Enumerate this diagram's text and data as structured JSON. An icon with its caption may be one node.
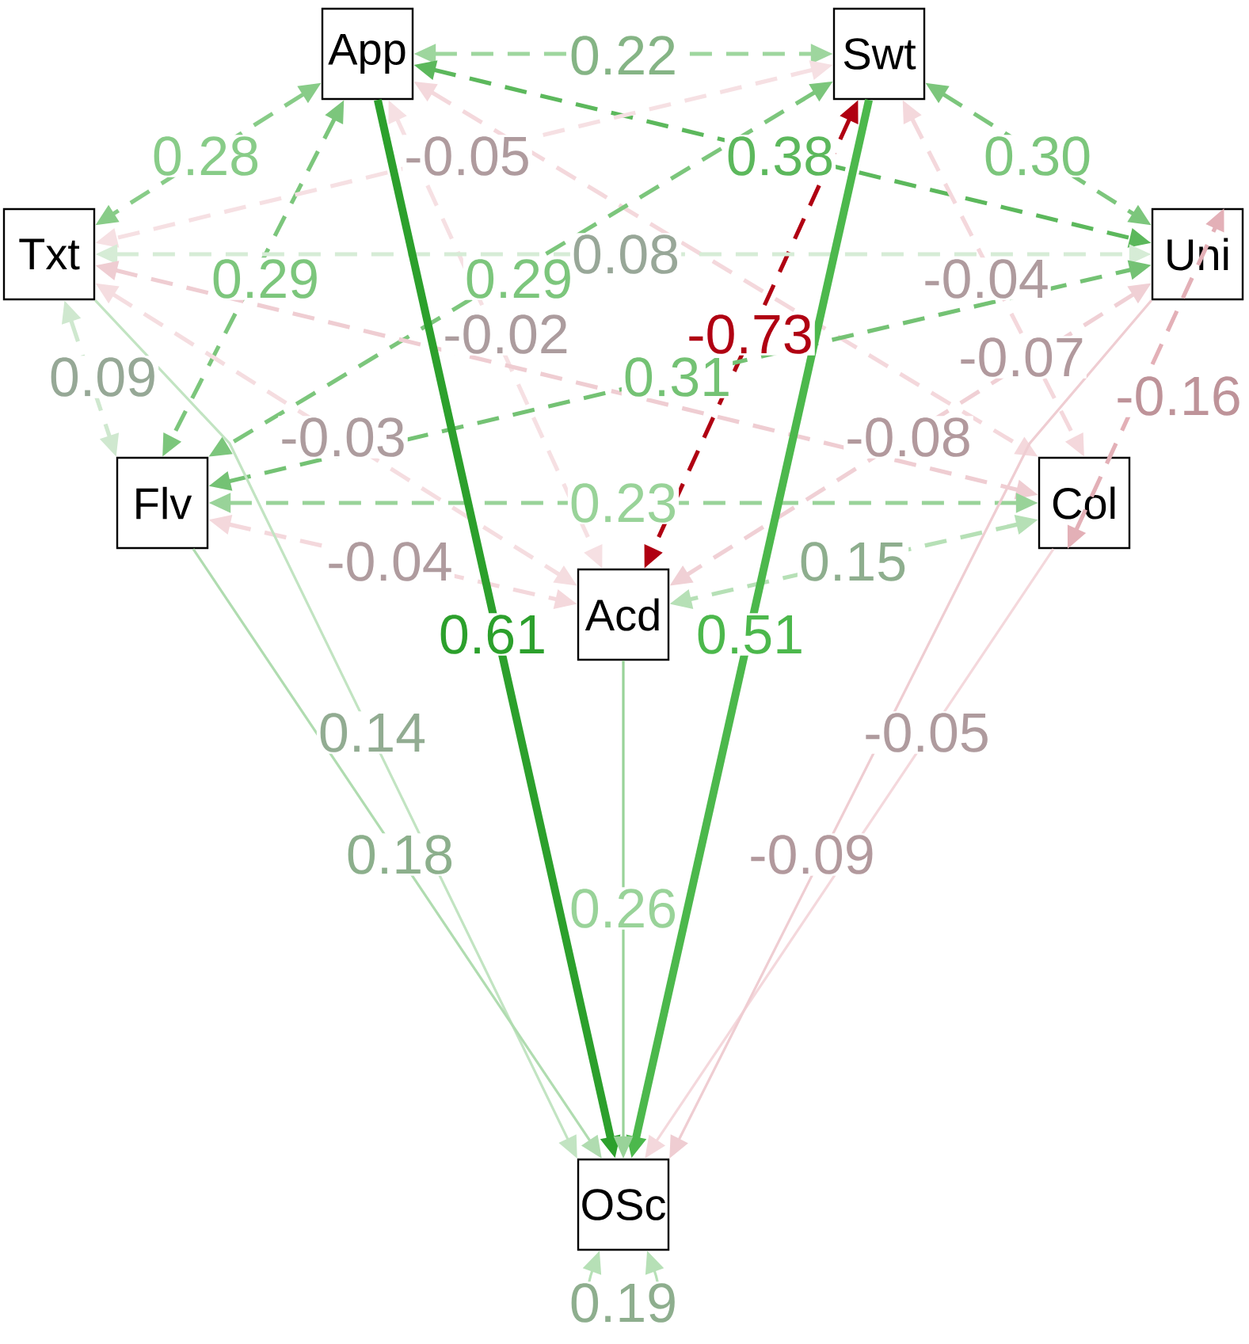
{
  "diagram": {
    "nodes": [
      {
        "text": [
          "App"
        ]
      },
      {
        "text": [
          "Swt"
        ]
      },
      {
        "text": [
          "Txt"
        ]
      },
      {
        "text": [
          "Uni"
        ]
      },
      {
        "text": [
          "Flv"
        ]
      },
      {
        "text": [
          "Col"
        ]
      },
      {
        "text": [
          "Acd"
        ]
      },
      {
        "text": [
          "OSc"
        ]
      }
    ],
    "edges": [
      {
        "from": 0,
        "to": 1,
        "arrow": "both",
        "label": "0.22",
        "style": "dashed",
        "color": "#9ed69e"
      },
      {
        "from": 0,
        "to": 2,
        "arrow": "both",
        "label": "0.28",
        "style": "dashed",
        "color": "#88cc88"
      },
      {
        "from": 0,
        "to": 4,
        "arrow": "both",
        "label": "0.29",
        "style": "dashed",
        "color": "#7cc67c"
      },
      {
        "from": 0,
        "to": 3,
        "arrow": "both",
        "label": "0.38",
        "style": "dashed",
        "color": "#5cb85c"
      },
      {
        "from": 0,
        "to": 5,
        "arrow": "both",
        "label": "-0.05",
        "style": "dashed",
        "color": "#f4d8dc"
      },
      {
        "from": 1,
        "to": 4,
        "arrow": "both",
        "label": "0.29",
        "style": "dashed",
        "color": "#7cc67c"
      },
      {
        "from": 1,
        "to": 3,
        "arrow": "both",
        "label": "0.30",
        "style": "dashed",
        "color": "#7cc67c"
      },
      {
        "from": 1,
        "to": 6,
        "arrow": "both",
        "label": "-0.73",
        "style": "dashed",
        "color": "#b00012"
      },
      {
        "from": 1,
        "to": 2,
        "arrow": "both",
        "style": "dashed",
        "color": "#f6e0e3"
      },
      {
        "from": 1,
        "to": 5,
        "arrow": "both",
        "label": "-0.04",
        "style": "dashed",
        "color": "#f4d8dc"
      },
      {
        "from": 0,
        "to": 6,
        "arrow": "both",
        "label": "-0.02",
        "style": "dashed",
        "color": "#f6e0e3"
      },
      {
        "from": 2,
        "to": 3,
        "arrow": "both",
        "label": "0.08",
        "style": "dashed",
        "color": "#d6ecd6"
      },
      {
        "from": 2,
        "to": 4,
        "arrow": "both",
        "label": "0.09",
        "style": "dashed",
        "color": "#cfe8cf"
      },
      {
        "from": 2,
        "to": 6,
        "arrow": "both",
        "label": "-0.03",
        "style": "dashed",
        "color": "#f5dde0"
      },
      {
        "from": 2,
        "to": 5,
        "arrow": "both",
        "label": "-0.08",
        "style": "dashed",
        "color": "#efcdd2"
      },
      {
        "from": 4,
        "to": 3,
        "arrow": "both",
        "label": "0.31",
        "style": "dashed",
        "color": "#74c274"
      },
      {
        "from": 4,
        "to": 5,
        "arrow": "both",
        "label": "0.23",
        "style": "dashed",
        "color": "#99d399"
      },
      {
        "from": 4,
        "to": 6,
        "arrow": "both",
        "label": "-0.04",
        "style": "dashed",
        "color": "#f4d8dc"
      },
      {
        "from": 5,
        "to": 3,
        "arrow": "both",
        "label": "-0.16",
        "style": "dashed",
        "color": "#e3b0b7"
      },
      {
        "from": 3,
        "to": 6,
        "arrow": "both",
        "label": "-0.07",
        "style": "dashed",
        "color": "#f0d0d5"
      },
      {
        "from": 5,
        "to": 6,
        "arrow": "both",
        "label": "0.15",
        "style": "dashed",
        "color": "#b6e0b6"
      },
      {
        "from": 0,
        "to": 7,
        "arrow": "to",
        "label": "0.61",
        "style": "thick",
        "color": "#2ca02c"
      },
      {
        "from": 1,
        "to": 7,
        "arrow": "to",
        "label": "0.51",
        "style": "thick",
        "color": "#4cb84c"
      },
      {
        "from": 6,
        "to": 7,
        "arrow": "to",
        "label": "0.26",
        "color": "#99d399"
      },
      {
        "from": 2,
        "to": 7,
        "arrow": "to",
        "label": "0.14",
        "color": "#c2e4c2"
      },
      {
        "from": 4,
        "to": 7,
        "arrow": "to",
        "label": "0.18",
        "color": "#b0dcb0"
      },
      {
        "from": 5,
        "to": 7,
        "arrow": "to",
        "label": "-0.05",
        "color": "#f4d8dc"
      },
      {
        "from": 3,
        "to": 7,
        "arrow": "to",
        "label": "-0.09",
        "color": "#efcdd2"
      },
      {
        "from": 7,
        "to": 7,
        "arrow": "both",
        "label": "0.19",
        "color": "#b6e0b6"
      }
    ]
  }
}
